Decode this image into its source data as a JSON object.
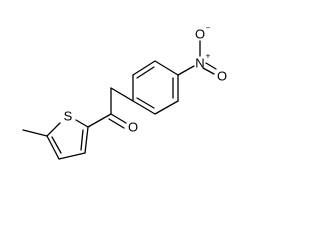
{
  "molecule": {
    "atoms": {
      "nitro_n": "N",
      "nitro_n_charge": "+",
      "nitro_o_top": "O",
      "nitro_o_top_charge": "−",
      "nitro_o_right": "O",
      "ketone_o": "O",
      "thiophene_s": "S"
    }
  }
}
